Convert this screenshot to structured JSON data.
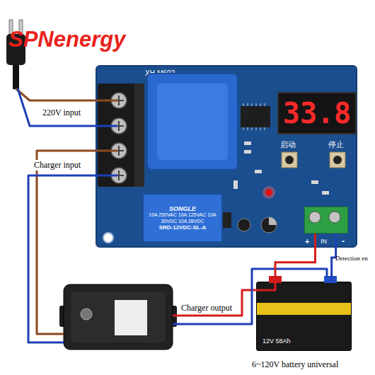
{
  "diagram": {
    "nodes": [
      {
        "text": [
          "XH-M602"
        ]
      },
      {
        "text": [
          "33.8"
        ],
        "in": 0
      },
      {
        "text": [
          "SONGLE",
          "10A 250VAC 10A 125VAC 10A 30VDC 10A 28VDC",
          "SRD-12VDC-SL-A"
        ],
        "in": 0
      },
      {
        "text": [
          "+",
          "IN",
          "-"
        ],
        "in": 0
      },
      {
        "text": [
          "12V 58Ah"
        ]
      }
    ],
    "edges": [
      {
        "from": 3,
        "to": 4,
        "arrow": "none"
      },
      {
        "from": 3,
        "to": 4,
        "arrow": "none",
        "label": "Detection en"
      }
    ],
    "labels": [
      "SPNenergy",
      "220V input",
      "Charger input",
      "Charger output",
      "启动",
      "停止",
      "6~120V battery universal"
    ]
  }
}
